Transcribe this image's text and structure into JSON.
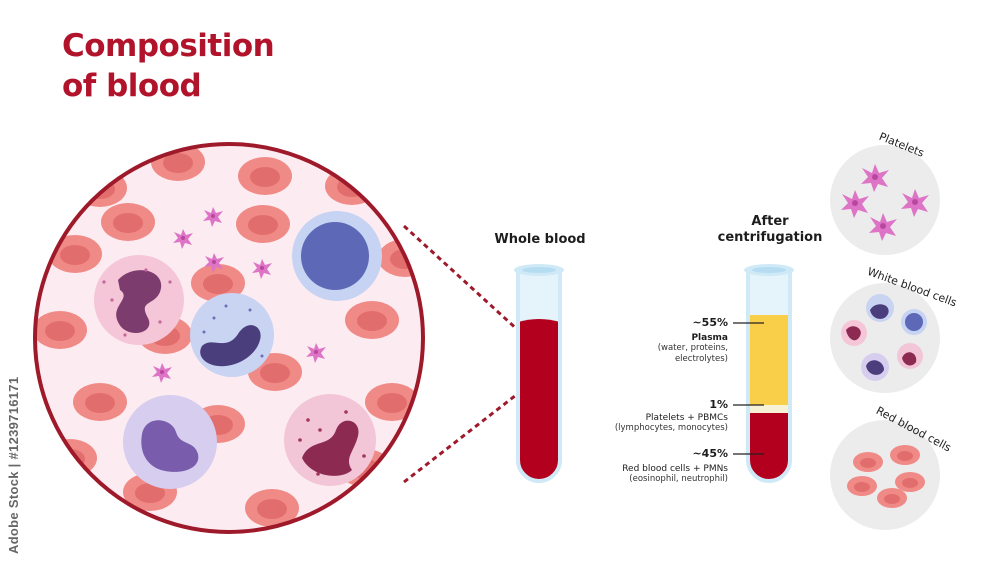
{
  "title": {
    "line1": "Composition",
    "line2": "of blood"
  },
  "tubes": {
    "whole": {
      "label": "Whole blood"
    },
    "centrifuged": {
      "label_line1": "After",
      "label_line2": "centrifugation"
    }
  },
  "layers": [
    {
      "percent": "~55%",
      "name": "Plasma",
      "desc_line1": "(water, proteins,",
      "desc_line2": "electrolytes)",
      "color": "#f9cf4a"
    },
    {
      "percent": "1%",
      "name": "Platelets + PBMCs",
      "desc_line1": "(lymphocytes, monocytes)",
      "desc_line2": "",
      "color": "#f7f1d6"
    },
    {
      "percent": "~45%",
      "name": "Red blood cells + PMNs",
      "desc_line1": "(eosinophil, neutrophil)",
      "desc_line2": "",
      "color": "#b3001e"
    }
  ],
  "panels": [
    {
      "label": "Platelets",
      "icon": "platelet-icon"
    },
    {
      "label": "White blood cells",
      "icon": "white-cell-icon"
    },
    {
      "label": "Red blood cells",
      "icon": "red-cell-icon"
    }
  ],
  "credit": "Adobe Stock | #1239716171",
  "colors": {
    "title": "#b1132b",
    "blood": "#b3001e",
    "red_cell": "#f08a86",
    "platelet": "#dd74c6",
    "circle_border": "#9e1a2a",
    "tube_glass": "#cfe9f7"
  }
}
